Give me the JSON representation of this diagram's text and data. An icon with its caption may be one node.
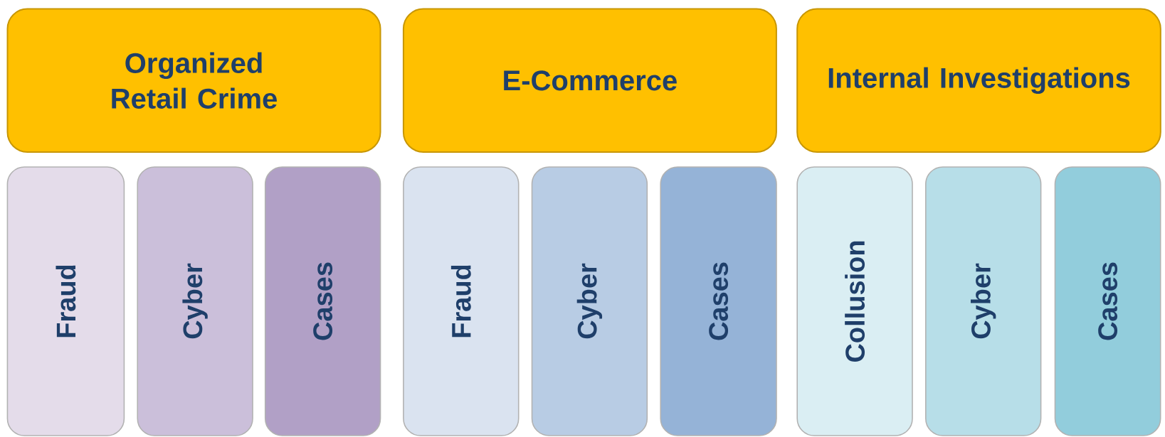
{
  "diagram": {
    "nodes": [
      {
        "text": [
          "Organized Retail Crime"
        ]
      },
      {
        "text": [
          "E-Commerce"
        ]
      },
      {
        "text": [
          "Internal Investigations"
        ]
      },
      {
        "text": [
          "Fraud"
        ]
      },
      {
        "text": [
          "Cyber"
        ]
      },
      {
        "text": [
          "Cases"
        ]
      },
      {
        "text": [
          "Fraud"
        ]
      },
      {
        "text": [
          "Cyber"
        ]
      },
      {
        "text": [
          "Cases"
        ]
      },
      {
        "text": [
          "Collusion"
        ]
      },
      {
        "text": [
          "Cyber"
        ]
      },
      {
        "text": [
          "Cases"
        ]
      }
    ]
  }
}
